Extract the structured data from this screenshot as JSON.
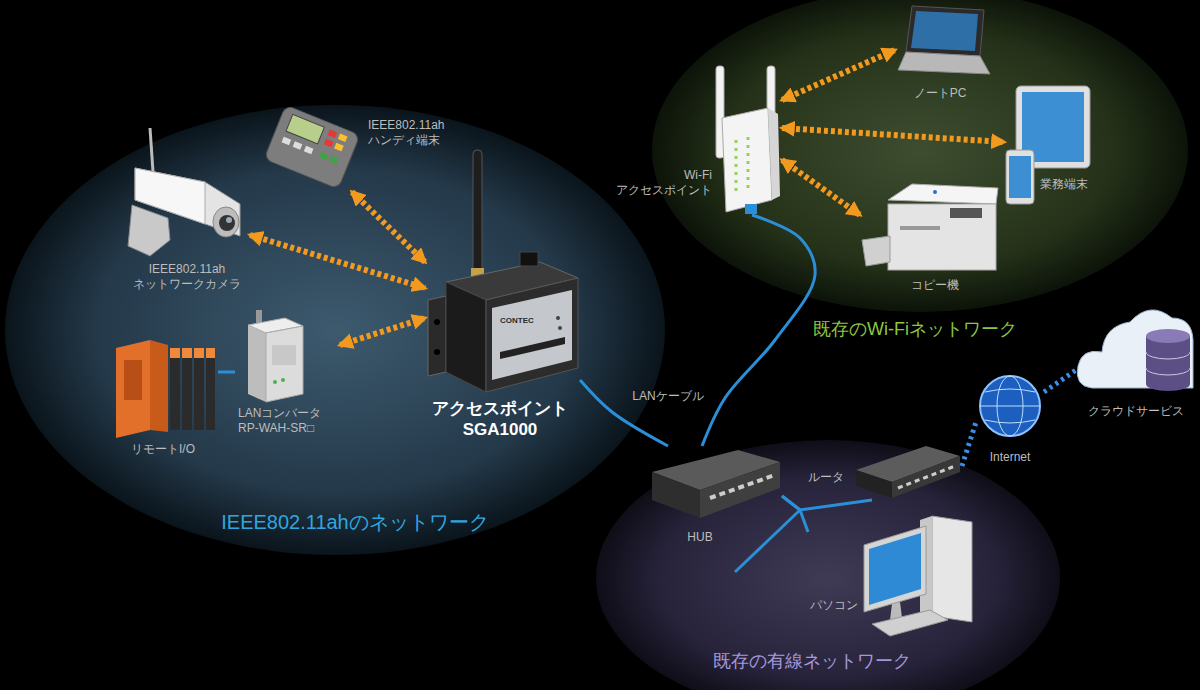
{
  "diagram": {
    "nodes": [
      {
        "text": [
          "IEEE802.11ahのネットワーク"
        ]
      },
      {
        "text": [
          "IEEE802.11ah ハンディ端末"
        ],
        "in": 0
      },
      {
        "text": [
          "IEEE802.11ah ネットワークカメラ"
        ],
        "in": 0
      },
      {
        "text": [
          "LANコンバータ RP-WAH-SR□"
        ],
        "in": 0
      },
      {
        "text": [
          "リモートI/O"
        ],
        "in": 0
      },
      {
        "text": [
          "アクセスポイント SGA1000"
        ],
        "in": 0
      },
      {
        "text": [
          "既存のWi-Fiネットワーク"
        ]
      },
      {
        "text": [
          "Wi-Fi アクセスポイント"
        ],
        "in": 6
      },
      {
        "text": [
          "ノートPC"
        ],
        "in": 6
      },
      {
        "text": [
          "業務端末"
        ],
        "in": 6
      },
      {
        "text": [
          "コピー機"
        ],
        "in": 6
      },
      {
        "text": [
          "既存の有線ネットワーク"
        ]
      },
      {
        "text": [
          "HUB"
        ],
        "in": 11
      },
      {
        "text": [
          "ルータ"
        ],
        "in": 11
      },
      {
        "text": [
          "パソコン"
        ],
        "in": 11
      },
      {
        "text": [
          "Internet"
        ]
      },
      {
        "text": [
          "クラウドサービス"
        ]
      }
    ],
    "edges": [
      {
        "from": 1,
        "to": 5,
        "arrow": "both"
      },
      {
        "from": 2,
        "to": 5,
        "arrow": "both"
      },
      {
        "from": 3,
        "to": 5,
        "arrow": "both"
      },
      {
        "from": 4,
        "to": 3,
        "arrow": "none"
      },
      {
        "from": 5,
        "to": 12,
        "arrow": "none"
      },
      {
        "from": 7,
        "to": 8,
        "arrow": "both"
      },
      {
        "from": 7,
        "to": 9,
        "arrow": "both"
      },
      {
        "from": 7,
        "to": 10,
        "arrow": "both"
      },
      {
        "from": 7,
        "to": 12,
        "arrow": "none",
        "label": "LANケーブル"
      },
      {
        "from": 12,
        "to": 13,
        "arrow": "none"
      },
      {
        "from": 12,
        "to": 14,
        "arrow": "none"
      },
      {
        "from": 13,
        "to": 15,
        "arrow": "none"
      },
      {
        "from": 15,
        "to": 16,
        "arrow": "none"
      }
    ],
    "labels": [
      "CONTEC"
    ]
  }
}
